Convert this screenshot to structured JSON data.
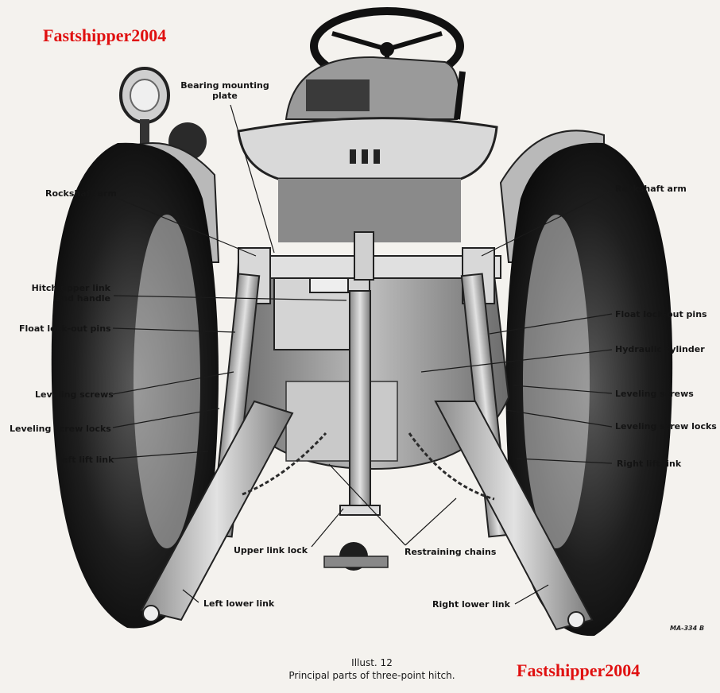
{
  "watermark": {
    "text": "Fastshipper2004"
  },
  "labels": {
    "bearing_mounting_plate": "Bearing mounting",
    "bearing_mounting_plate_2": "plate",
    "rockshaft_arm_left": "Rockshaft arm",
    "rockshaft_arm_right": "Rockshaft arm",
    "hitch_upper_link_1": "Hitch upper link",
    "hitch_upper_link_2": "and handle",
    "float_lockout_left": "Float lock-out pins",
    "float_lockout_right": "Float lock-out pins",
    "hydraulic_cylinder": "Hydraulic cylinder",
    "leveling_screws_left": "Leveling screws",
    "leveling_screws_right": "Leveling screws",
    "leveling_screw_locks_left": "Leveling screw locks",
    "leveling_screw_locks_right": "Leveling screw locks",
    "left_lift_link": "Left lift link",
    "right_lift_link": "Right lift link",
    "upper_link_lock": "Upper link lock",
    "restraining_chains": "Restraining chains",
    "left_lower_link": "Left lower link",
    "right_lower_link": "Right lower link"
  },
  "figure_code": "MA-334 B",
  "caption": {
    "line1": "Illust. 12",
    "line2": "Principal parts of three-point hitch."
  },
  "colors": {
    "paper": "#f4f2ee",
    "watermark": "#e01010",
    "ink": "#141414"
  }
}
